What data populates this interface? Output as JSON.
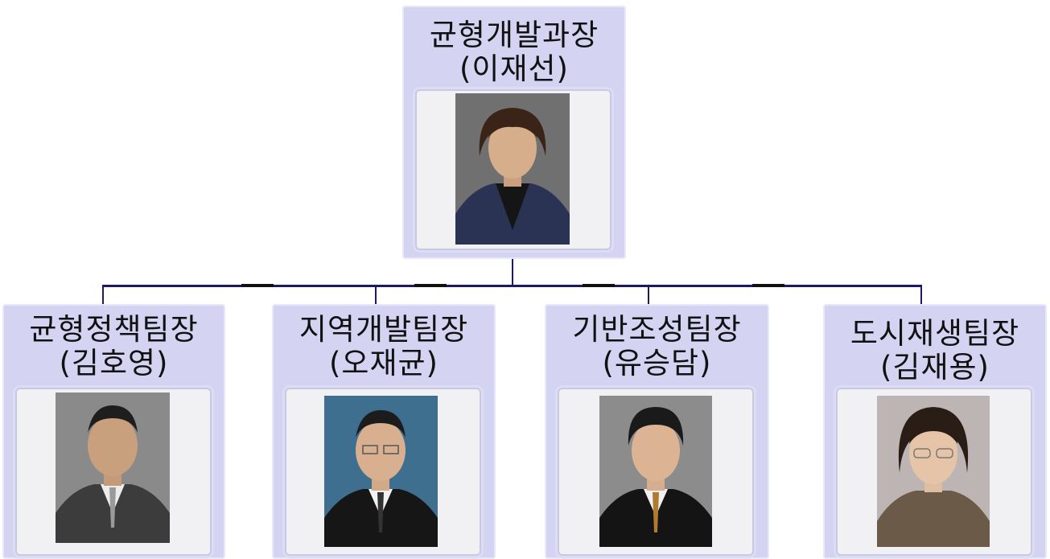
{
  "manager": {
    "title": "균형개발과장",
    "name": "(이재선)",
    "photo_icon": "person-portrait-female"
  },
  "teams": [
    {
      "title": "균형정책팀장",
      "name": "(김호영)",
      "photo_icon": "person-portrait-male"
    },
    {
      "title": "지역개발팀장",
      "name": "(오재균)",
      "photo_icon": "person-portrait-male"
    },
    {
      "title": "기반조성팀장",
      "name": "(유승담)",
      "photo_icon": "person-portrait-male"
    },
    {
      "title": "도시재생팀장",
      "name": "(김재용)",
      "photo_icon": "person-portrait-male"
    }
  ],
  "colors": {
    "card": "#d4d4f2",
    "connector": "#1a1a66",
    "frame": "#f1f1f3"
  }
}
